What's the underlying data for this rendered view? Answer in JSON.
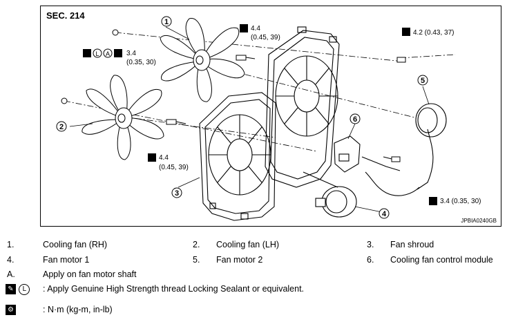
{
  "diagram": {
    "section": "SEC. 214",
    "code": "JPBIA0240GB",
    "callouts": [
      "1",
      "2",
      "3",
      "4",
      "5",
      "6"
    ],
    "torques": {
      "t1_val": "4.4",
      "t1_unit": "(0.45, 39)",
      "t2_val": "4.2 (0.43, 37)",
      "t3_val": "3.4",
      "t3_unit": "(0.35, 30)",
      "t4_val": "4.4",
      "t4_unit": "(0.45, 39)",
      "t5_val": "3.4 (0.35, 30)"
    },
    "icon_letters": {
      "L": "L",
      "A": "A"
    }
  },
  "legend": {
    "items": [
      {
        "num": "1.",
        "label": "Cooling fan (RH)"
      },
      {
        "num": "2.",
        "label": "Cooling fan (LH)"
      },
      {
        "num": "3.",
        "label": "Fan shroud"
      },
      {
        "num": "4.",
        "label": "Fan motor 1"
      },
      {
        "num": "5.",
        "label": "Fan motor 2"
      },
      {
        "num": "6.",
        "label": "Cooling fan control module"
      }
    ],
    "note_a_letter": "A.",
    "note_a_text": "Apply on fan motor shaft",
    "sealant_text": ": Apply Genuine High Strength thread Locking Sealant or equivalent.",
    "torque_text": ": N·m (kg-m, in-lb)"
  }
}
